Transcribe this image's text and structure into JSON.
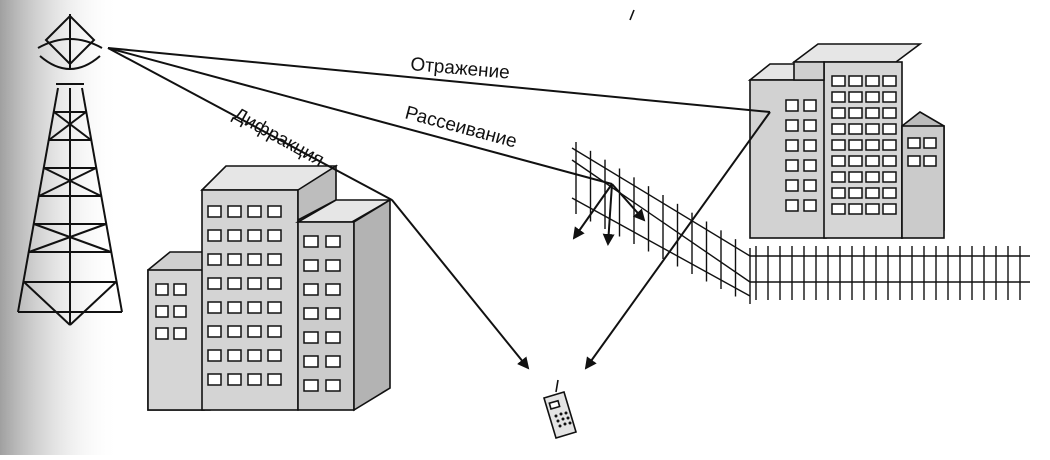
{
  "labels": {
    "reflection": "Отражение",
    "scattering": "Рассеивание",
    "diffraction": "Дифракция"
  },
  "colors": {
    "line": "#111111",
    "building_face": "#d4d4d4",
    "building_side": "#b7b7b7",
    "building_top": "#e6e6e6",
    "window": "#ffffff",
    "left_shadow": "#9a9a9a"
  },
  "icons": {
    "transmitter": "cell-tower-icon",
    "receiver": "mobile-phone-icon"
  }
}
